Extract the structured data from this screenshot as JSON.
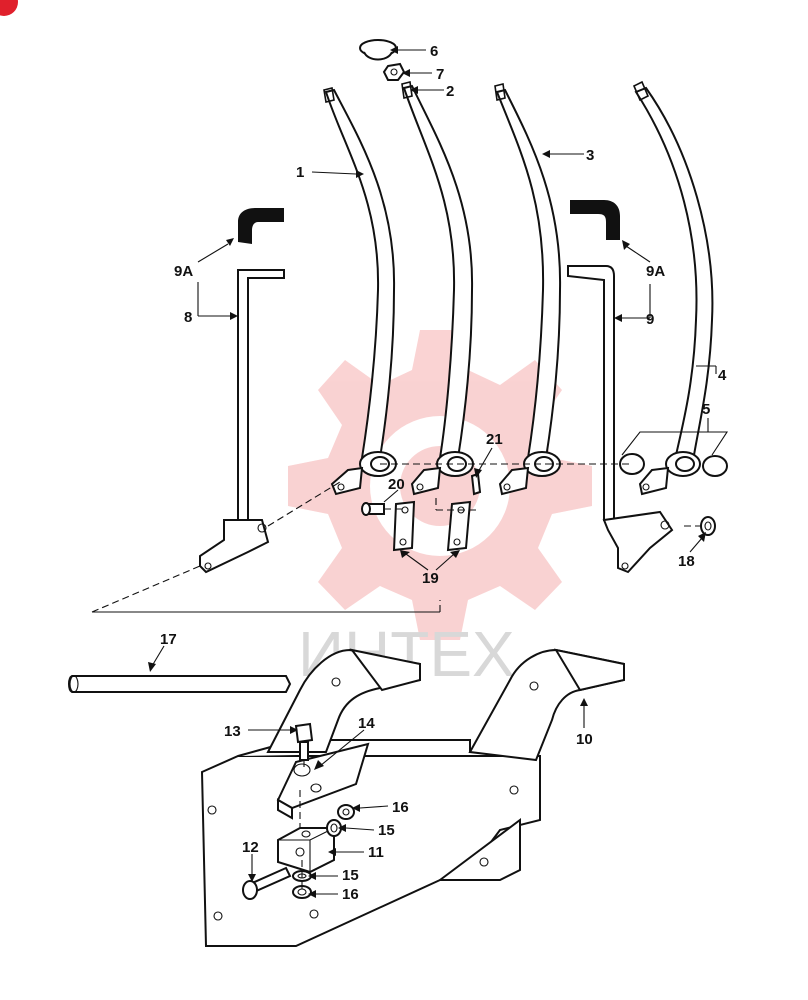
{
  "watermark": {
    "text": "ИНТЕХ",
    "color": "#f08080"
  },
  "corner_badge_color": "#e0202c",
  "callouts": [
    {
      "id": "c1",
      "label": "1"
    },
    {
      "id": "c2",
      "label": "2"
    },
    {
      "id": "c3",
      "label": "3"
    },
    {
      "id": "c4",
      "label": "4"
    },
    {
      "id": "c5",
      "label": "5"
    },
    {
      "id": "c6",
      "label": "6"
    },
    {
      "id": "c7",
      "label": "7"
    },
    {
      "id": "c8",
      "label": "8"
    },
    {
      "id": "c9",
      "label": "9"
    },
    {
      "id": "c9a_left",
      "label": "9A"
    },
    {
      "id": "c9a_right",
      "label": "9A"
    },
    {
      "id": "c10",
      "label": "10"
    },
    {
      "id": "c11",
      "label": "11"
    },
    {
      "id": "c12",
      "label": "12"
    },
    {
      "id": "c13",
      "label": "13"
    },
    {
      "id": "c14",
      "label": "14"
    },
    {
      "id": "c15a",
      "label": "15"
    },
    {
      "id": "c15b",
      "label": "15"
    },
    {
      "id": "c16a",
      "label": "16"
    },
    {
      "id": "c16b",
      "label": "16"
    },
    {
      "id": "c17",
      "label": "17"
    },
    {
      "id": "c18",
      "label": "18"
    },
    {
      "id": "c19",
      "label": "19"
    },
    {
      "id": "c20",
      "label": "20"
    },
    {
      "id": "c21",
      "label": "21"
    }
  ]
}
